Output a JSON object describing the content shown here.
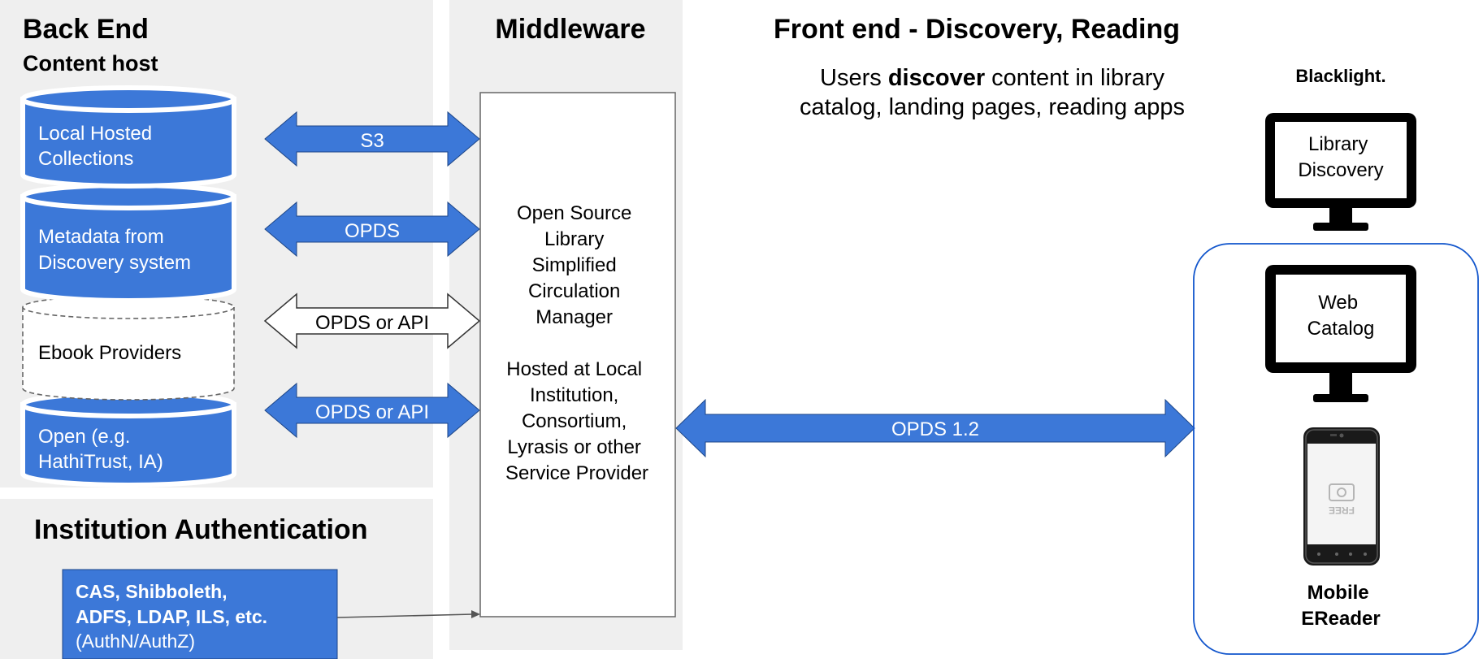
{
  "backend": {
    "title": "Back End",
    "subtitle": "Content host",
    "sources": [
      {
        "lines": [
          "Local Hosted",
          "Collections"
        ],
        "style": "filled"
      },
      {
        "lines": [
          "Metadata from",
          "Discovery system"
        ],
        "style": "filled"
      },
      {
        "lines": [
          "Ebook Providers"
        ],
        "style": "dashed"
      },
      {
        "lines": [
          "Open (e.g.",
          "HathiTrust, IA)"
        ],
        "style": "filled"
      }
    ]
  },
  "connectors": [
    {
      "label": "S3",
      "style": "filled"
    },
    {
      "label": "OPDS",
      "style": "filled"
    },
    {
      "label": "OPDS or API",
      "style": "outline"
    },
    {
      "label": "OPDS or API",
      "style": "filled"
    }
  ],
  "middleware": {
    "title": "Middleware",
    "lines": [
      "Open Source",
      "Library",
      "Simplified",
      "Circulation",
      "Manager",
      "",
      "Hosted at Local",
      "Institution,",
      "Consortium,",
      "Lyrasis or other",
      "Service Provider"
    ]
  },
  "frontend": {
    "title": "Front end - Discovery, Reading",
    "desc_line1_bold": "discover",
    "desc_line1_before": "Users ",
    "desc_line1_after": " content in library",
    "desc_line2": "catalog, landing pages, reading apps",
    "blacklight": "Blacklight.",
    "monitors": [
      {
        "lines": [
          "Library",
          "Discovery"
        ]
      },
      {
        "lines": [
          "Web",
          "Catalog"
        ]
      }
    ],
    "mobile_label_lines": [
      "Mobile",
      "EReader"
    ],
    "phone_logo_text": "FREE"
  },
  "link": {
    "label": "OPDS 1.2"
  },
  "auth": {
    "title": "Institution Authentication",
    "line1": "CAS, Shibboleth,",
    "line2": "ADFS, LDAP, ILS, etc.",
    "line3": "(AuthN/AuthZ)"
  },
  "colors": {
    "blue": "#3c78d8",
    "panel": "#efefef",
    "outline_blue": "#1155cc"
  }
}
